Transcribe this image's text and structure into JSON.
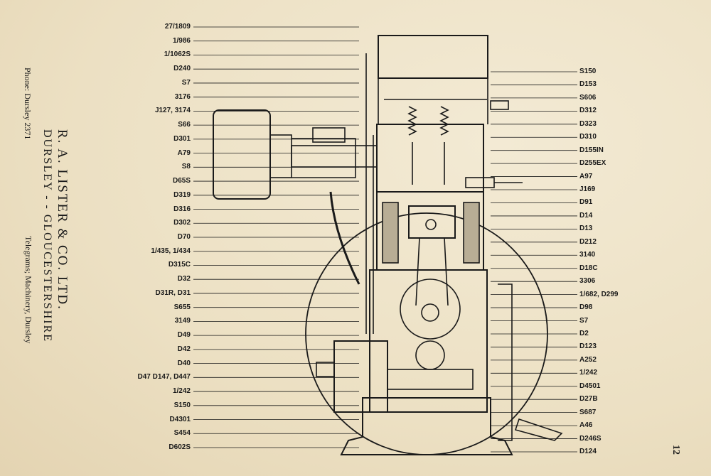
{
  "company": {
    "name": "R. A. LISTER & CO. LTD.",
    "address": "DURSLEY - - GLOUCESTERSHIRE",
    "telegrams": "Telegrams; Machinery, Dursley",
    "phone": "Phone: Dursley 2371"
  },
  "page_number": "12",
  "left_labels": [
    "27/1809",
    "1/986",
    "1/1062S",
    "D240",
    "S7",
    "3176",
    "J127, 3174",
    "S66",
    "D301",
    "A79",
    "S8",
    "D65S",
    "D319",
    "D316",
    "D302",
    "D70",
    "1/435, 1/434",
    "D315C",
    "D32",
    "D31R, D31",
    "S655",
    "3149",
    "D49",
    "D42",
    "D40",
    "D47 D147, D447",
    "1/242",
    "S150",
    "D4301",
    "S454",
    "D602S"
  ],
  "right_labels": [
    "S150",
    "D153",
    "S606",
    "D312",
    "D323",
    "D310",
    "D155IN",
    "D255EX",
    "A97",
    "J169",
    "D91",
    "D14",
    "D13",
    "D212",
    "3140",
    "D18C",
    "3306",
    "1/682, D299",
    "D98",
    "S7",
    "D2",
    "D123",
    "A252",
    "1/242",
    "D4501",
    "D27B",
    "S687",
    "A46",
    "D246S",
    "D124"
  ],
  "colors": {
    "paper": "#efe6cf",
    "ink": "#1a1a1a"
  }
}
